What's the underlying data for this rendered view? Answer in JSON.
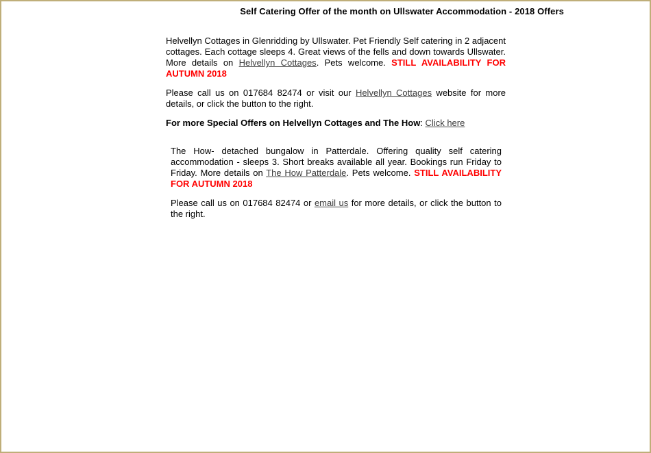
{
  "page": {
    "title": "Self Catering Offer of the month on Ullswater Accommodation - 2018 Offers",
    "colors": {
      "border": "#bfae79",
      "alert": "#ff0000",
      "link": "#3c3c3c"
    }
  },
  "helvellyn": {
    "intro_1": "Helvellyn Cottages in Glenridding by Ullswater. Pet Friendly Self catering in 2 adjacent cottages. Each cottage sleeps 4. Great views of the fells and down towards Ullswater. More details on ",
    "intro_link": "Helvellyn Cottages",
    "intro_2": ". Pets welcome. ",
    "availability": "STILL AVAILABILITY FOR AUTUMN 2018",
    "call_1": "Please call us on 017684 82474 or visit our ",
    "call_link": "Helvellyn Cottages",
    "call_2": " website for more details, or click the button to the right.",
    "offers_label": "For more Special Offers on Helvellyn Cottages and The How",
    "offers_sep": ": ",
    "offers_link": "Click here"
  },
  "how": {
    "intro_1": "The How- detached bungalow in Patterdale. Offering quality self catering accommodation - sleeps 3. Short breaks available all year. Bookings run Friday to Friday. More details on ",
    "intro_link": "The How Patterdale",
    "intro_2": ". Pets welcome. ",
    "availability": "STILL AVAILABILITY FOR AUTUMN 2018",
    "call_1": "Please call us on 017684 82474 or ",
    "call_link": "email us",
    "call_2": " for more details, or click the button to the right."
  }
}
